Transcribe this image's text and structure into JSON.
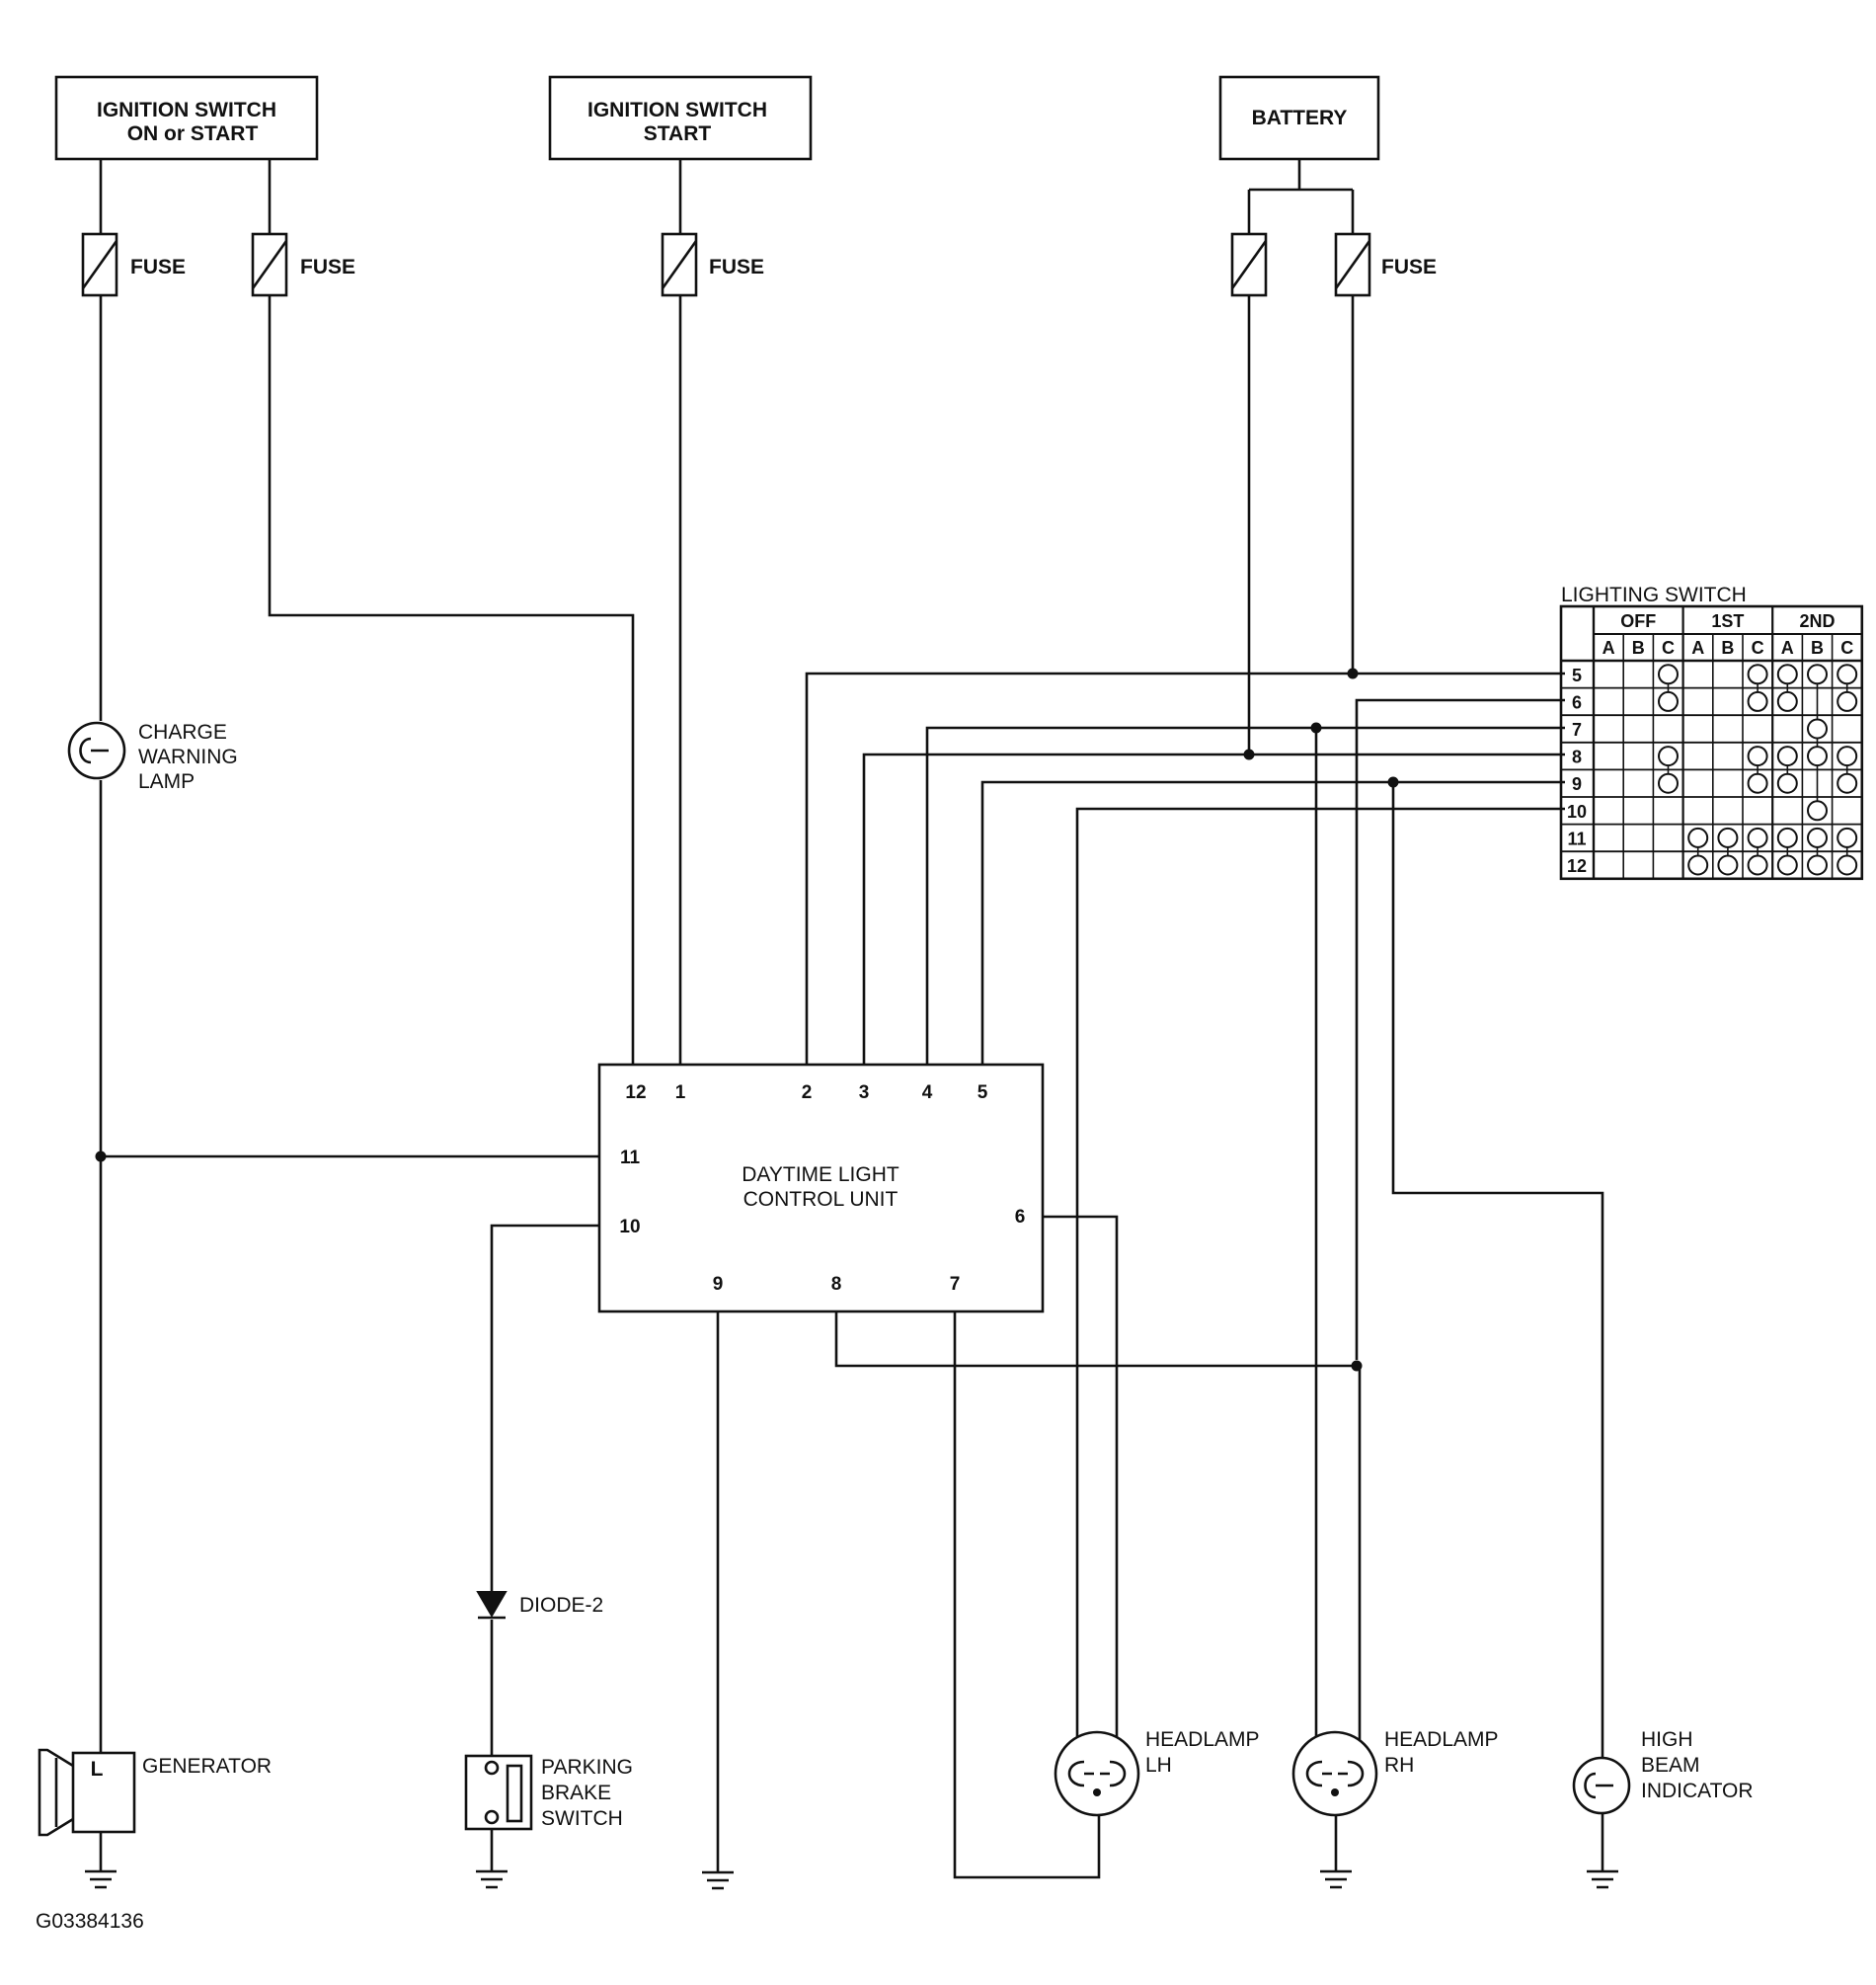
{
  "blocks": {
    "ign_on_start": [
      "IGNITION SWITCH",
      "ON or START"
    ],
    "ign_start": [
      "IGNITION SWITCH",
      "START"
    ],
    "battery": "BATTERY"
  },
  "fuse_label": "FUSE",
  "charge_lamp": [
    "CHARGE",
    "WARNING",
    "LAMP"
  ],
  "generator": {
    "label": "GENERATOR",
    "terminal": "L"
  },
  "diode": "DIODE-2",
  "parking_brake": [
    "PARKING",
    "BRAKE",
    "SWITCH"
  ],
  "control_unit": {
    "title": [
      "DAYTIME LIGHT",
      "CONTROL UNIT"
    ],
    "pins": {
      "p12": "12",
      "p1": "1",
      "p2": "2",
      "p3": "3",
      "p4": "4",
      "p5": "5",
      "p11": "11",
      "p10": "10",
      "p6": "6",
      "p9": "9",
      "p8": "8",
      "p7": "7"
    }
  },
  "headlamp_lh": [
    "HEADLAMP",
    "LH"
  ],
  "headlamp_rh": [
    "HEADLAMP",
    "RH"
  ],
  "high_beam": [
    "HIGH",
    "BEAM",
    "INDICATOR"
  ],
  "lighting_switch": {
    "title": "LIGHTING SWITCH",
    "positions": [
      "OFF",
      "1ST",
      "2ND"
    ],
    "columns": [
      "A",
      "B",
      "C",
      "A",
      "B",
      "C",
      "A",
      "B",
      "C"
    ],
    "rows": [
      {
        "terminal": "5",
        "marks": [
          0,
          0,
          1,
          0,
          0,
          1,
          1,
          1,
          1
        ]
      },
      {
        "terminal": "6",
        "marks": [
          0,
          0,
          1,
          0,
          0,
          1,
          1,
          0,
          1
        ]
      },
      {
        "terminal": "7",
        "marks": [
          0,
          0,
          0,
          0,
          0,
          0,
          0,
          1,
          0
        ]
      },
      {
        "terminal": "8",
        "marks": [
          0,
          0,
          1,
          0,
          0,
          1,
          1,
          1,
          1
        ]
      },
      {
        "terminal": "9",
        "marks": [
          0,
          0,
          1,
          0,
          0,
          1,
          1,
          0,
          1
        ]
      },
      {
        "terminal": "10",
        "marks": [
          0,
          0,
          0,
          0,
          0,
          0,
          0,
          1,
          0
        ]
      },
      {
        "terminal": "11",
        "marks": [
          0,
          0,
          0,
          1,
          1,
          1,
          1,
          1,
          1
        ]
      },
      {
        "terminal": "12",
        "marks": [
          0,
          0,
          0,
          1,
          1,
          1,
          1,
          1,
          1
        ]
      }
    ]
  },
  "figure_id": "G03384136"
}
